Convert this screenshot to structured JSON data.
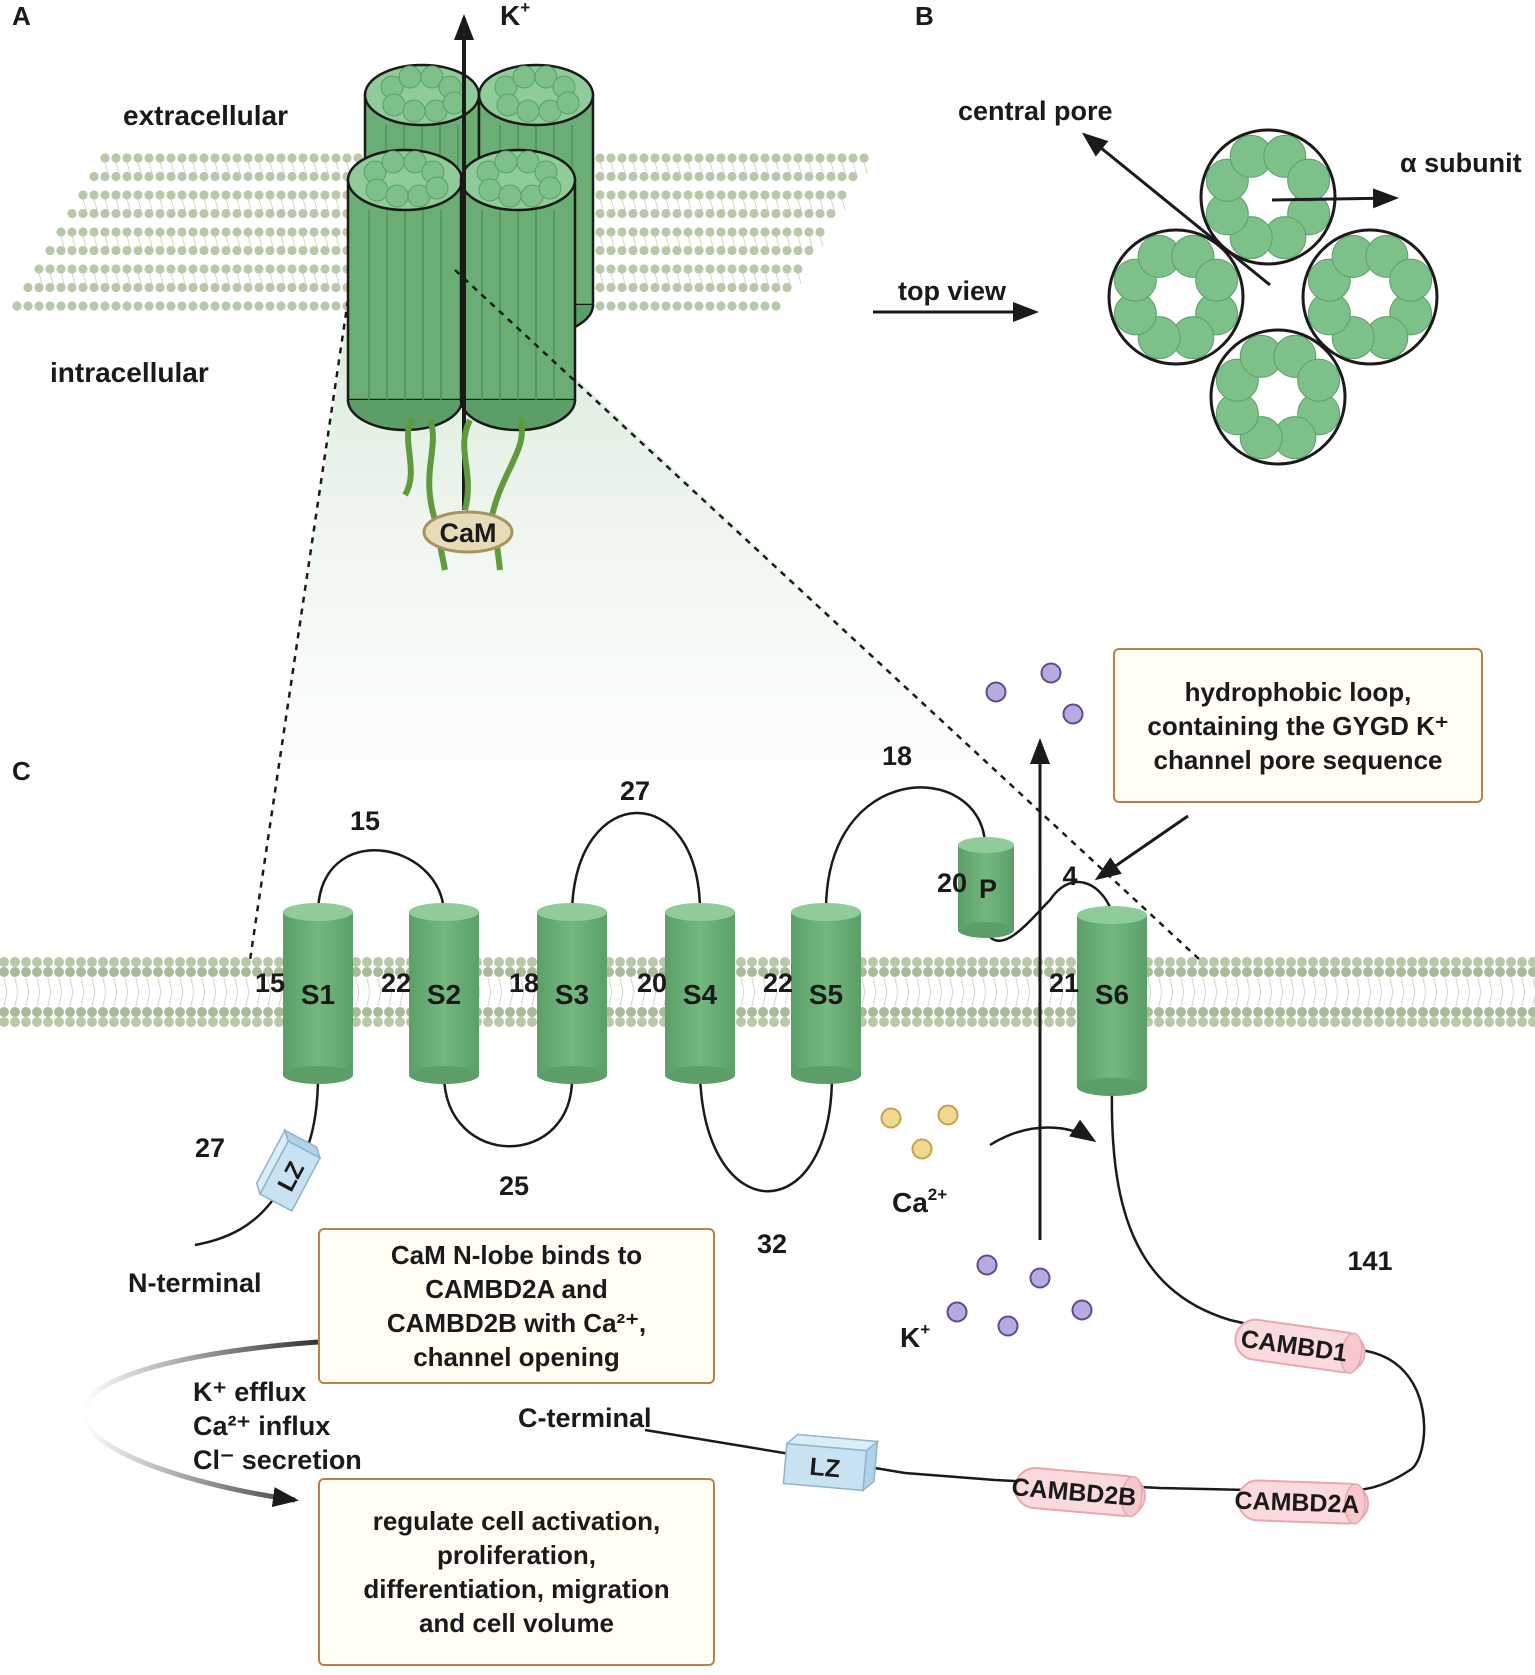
{
  "panels": {
    "a": "A",
    "b": "B",
    "c": "C"
  },
  "panel_a": {
    "ion": "K",
    "ion_sup": "+",
    "extracellular": "extracellular",
    "intracellular": "intracellular",
    "cam": "CaM"
  },
  "panel_b": {
    "central_pore": "central pore",
    "alpha_subunit": "α subunit",
    "top_view": "top view"
  },
  "segments": [
    {
      "label": "S1",
      "length": "15"
    },
    {
      "label": "S2",
      "length": "22"
    },
    {
      "label": "S3",
      "length": "18"
    },
    {
      "label": "S4",
      "length": "20"
    },
    {
      "label": "S5",
      "length": "22"
    },
    {
      "label": "S6",
      "length": "21"
    }
  ],
  "pore": {
    "label": "P",
    "length": "20",
    "loop_after": "4"
  },
  "loops": {
    "s1_s2": "15",
    "s3_s4": "27",
    "s5_p": "18",
    "s2_s3": "25",
    "s4_s5": "32",
    "n_term": "27",
    "c_term": "141"
  },
  "termini": {
    "n": "N-terminal",
    "c": "C-terminal"
  },
  "domains": {
    "lz": "LZ",
    "cambd1": "CAMBD1",
    "cambd2a": "CAMBD2A",
    "cambd2b": "CAMBD2B"
  },
  "ions": {
    "ca": "Ca",
    "ca_sup": "2+",
    "k": "K",
    "k_sup": "+"
  },
  "boxes": {
    "hydrophobic": [
      "hydrophobic loop,",
      "containing the GYGD K⁺",
      "channel pore sequence"
    ],
    "cam_binding": [
      "CaM N-lobe  binds to",
      "CAMBD2A and",
      "CAMBD2B with  Ca²⁺,",
      "channel opening"
    ],
    "regulate": [
      "regulate cell activation,",
      "proliferation,",
      "differentiation, migration",
      "and cell volume"
    ]
  },
  "effects": [
    "K⁺ efflux",
    "Ca²⁺ influx",
    "Cl⁻ secretion"
  ],
  "colors": {
    "helix": "#6aae76",
    "helix_top": "#8fcc9a",
    "membrane": "#b8c8a8",
    "ca_ion": "#f0d890",
    "k_ion": "#b8aade",
    "lz": "#c8e2f2",
    "cambd": "#fadadd",
    "box_border": "#b5844a"
  }
}
